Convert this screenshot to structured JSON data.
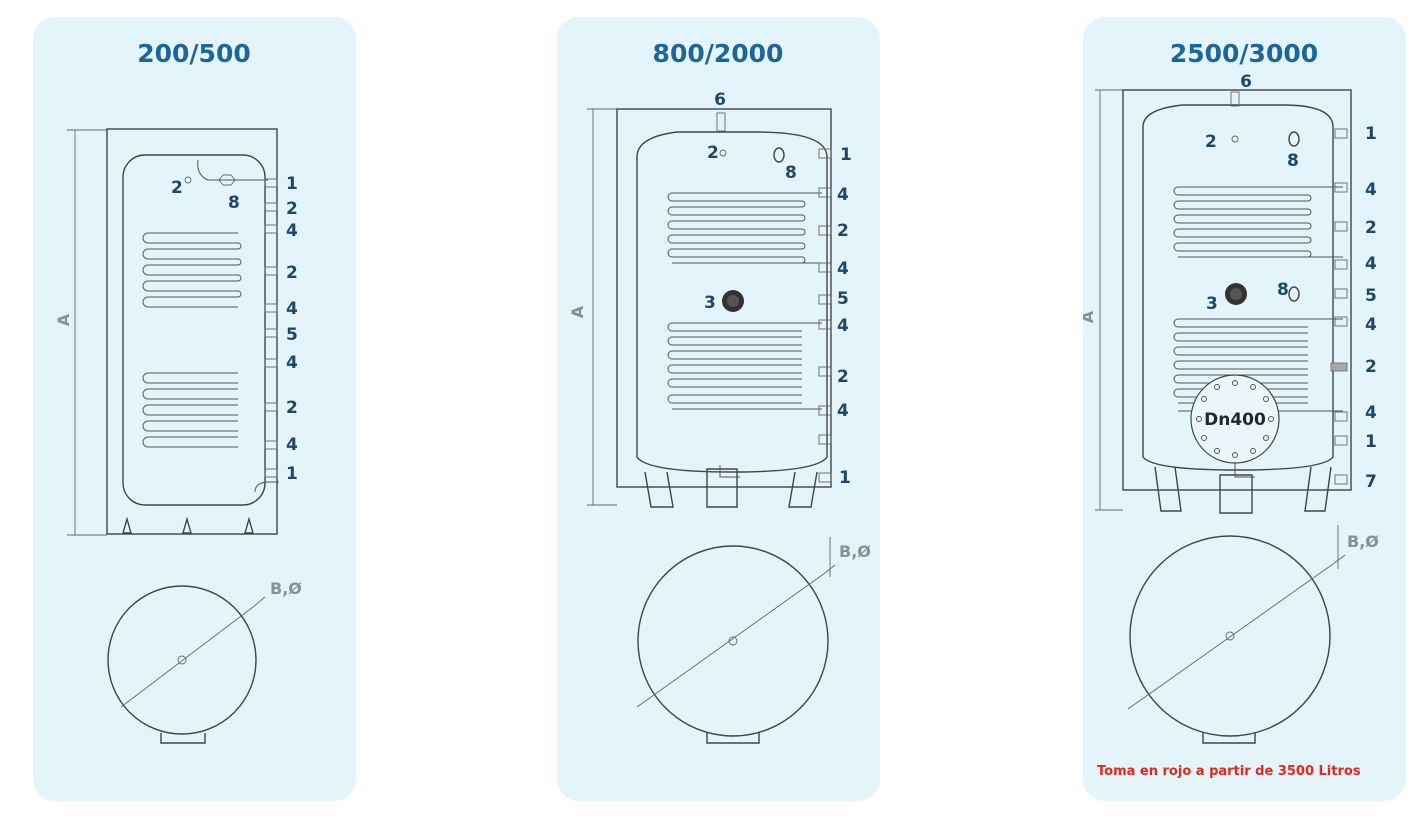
{
  "panels": [
    {
      "title": "200/500",
      "dim_height": "A",
      "dim_diameter": "B,Ø",
      "labels": [
        "1",
        "2",
        "4",
        "2",
        "4",
        "5",
        "4",
        "2",
        "4",
        "1"
      ],
      "inner_labels": [
        "2",
        "8"
      ]
    },
    {
      "title": "800/2000",
      "dim_height": "A",
      "dim_diameter": "B,Ø",
      "labels": [
        "1",
        "4",
        "2",
        "4",
        "5",
        "4",
        "2",
        "4",
        "1"
      ],
      "top_label": "6",
      "inner_labels": [
        "2",
        "8",
        "3"
      ]
    },
    {
      "title": "2500/3000",
      "dim_height": "A",
      "dim_diameter": "B,Ø",
      "labels": [
        "1",
        "4",
        "2",
        "4",
        "5",
        "4",
        "2",
        "4",
        "1",
        "7"
      ],
      "top_label": "6",
      "inner_labels": [
        "2",
        "8",
        "3",
        "8"
      ],
      "manhole": "Dn400",
      "note": "Toma en rojo a partir de 3500 Litros"
    }
  ],
  "colors": {
    "panel_bg": "#e3f4fb",
    "title": "#1c6699",
    "label": "#1f4766",
    "note": "#e3281e"
  }
}
